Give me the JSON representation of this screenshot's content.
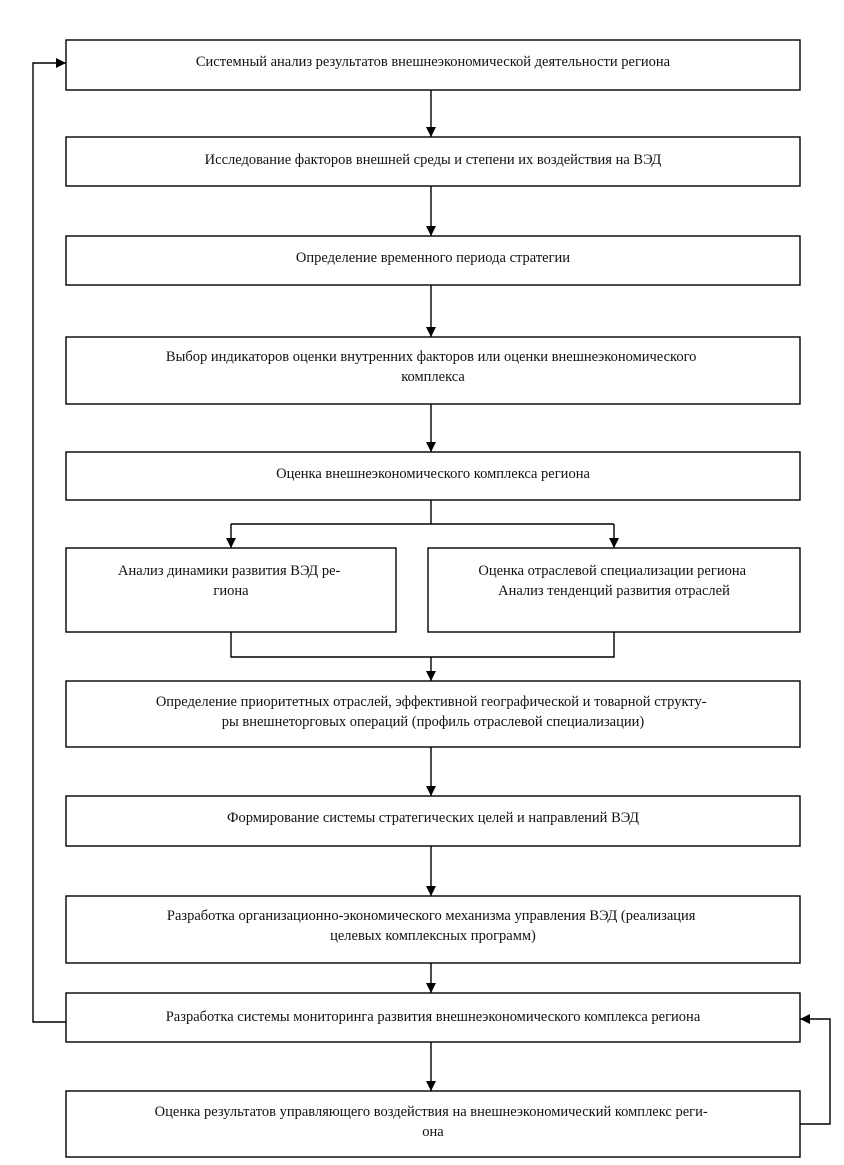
{
  "diagram": {
    "boxes": {
      "b1": [
        "Системный анализ результатов внешнеэкономической деятельности региона"
      ],
      "b2": [
        "Исследование факторов внешней среды и степени их воздействия на ВЭД"
      ],
      "b3": [
        "Определение временного периода стратегии"
      ],
      "b4": [
        "Выбор индикаторов оценки внутренних факторов или оценки внешнеэкономического",
        "комплекса"
      ],
      "b5": [
        "Оценка внешнеэкономического комплекса региона"
      ],
      "b6a": [
        "Анализ динамики развития ВЭД ре-",
        "гиона"
      ],
      "b6b": [
        "Оценка отраслевой специализации региона",
        "Анализ тенденций развития отраслей"
      ],
      "b7": [
        "Определение приоритетных отраслей, эффективной географической и товарной структу-",
        "ры внешнеторговых операций (профиль отраслевой специализации)"
      ],
      "b8": [
        "Формирование системы стратегических целей и направлений ВЭД"
      ],
      "b9": [
        "Разработка организационно-экономического механизма управления ВЭД (реализация",
        "целевых комплексных программ)"
      ],
      "b10": [
        "Разработка системы мониторинга развития внешнеэкономического комплекса региона"
      ],
      "b11": [
        "Оценка результатов управляющего воздействия на внешнеэкономический комплекс реги-",
        "она"
      ]
    }
  }
}
